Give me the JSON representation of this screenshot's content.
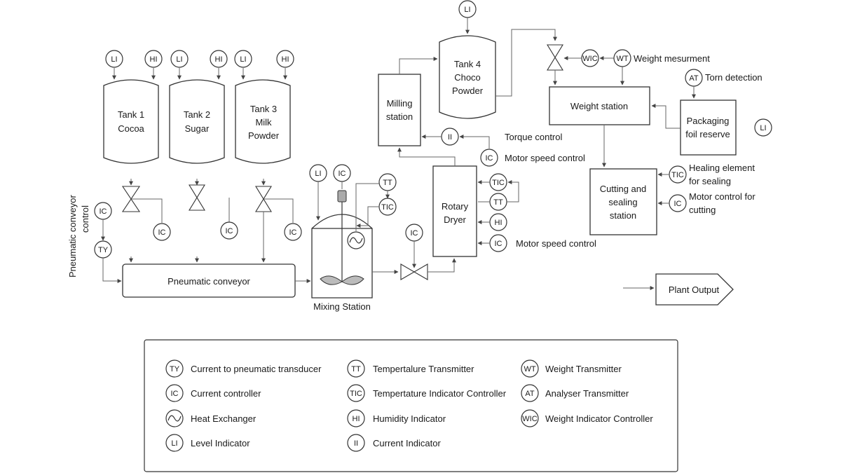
{
  "instruments": {
    "li": "LI",
    "hi": "HI",
    "ic": "IC",
    "ty": "TY",
    "tt": "TT",
    "tic": "TIC",
    "ii": "II",
    "wt": "WT",
    "wic": "WIC",
    "at": "AT"
  },
  "equipment": {
    "tank1": [
      "Tank 1",
      "Cocoa"
    ],
    "tank2": [
      "Tank 2",
      "Sugar"
    ],
    "tank3": [
      "Tank 3",
      "Milk",
      "Powder"
    ],
    "tank4": [
      "Tank 4",
      "Choco",
      "Powder"
    ],
    "milling": [
      "Milling",
      "station"
    ],
    "rotary_dryer": [
      "Rotary",
      "Dryer"
    ],
    "weight_station": "Weight station",
    "packaging": [
      "Packaging",
      "foil reserve"
    ],
    "cutting": [
      "Cutting and",
      "sealing",
      "station"
    ],
    "pneumatic_conveyor": "Pneumatic conveyor",
    "mixing_station": "Mixing Station",
    "plant_output": "Plant Output"
  },
  "annotations": {
    "conveyor_control": [
      "Pneumatic conveyor",
      "control"
    ],
    "weight_measurement": "Weight mesurment",
    "torn_detection": "Torn detection",
    "torque_control": "Torque control",
    "motor_speed_1": "Motor speed control",
    "motor_speed_2": "Motor speed control",
    "heating": [
      "Healing element",
      "for sealing"
    ],
    "motor_cutting": [
      "Motor control for",
      "cutting"
    ]
  },
  "legend": [
    {
      "symbol": "TY",
      "label": "Current to pneumatic transducer"
    },
    {
      "symbol": "IC",
      "label": "Current controller"
    },
    {
      "symbol": "~",
      "label": "Heat Exchanger"
    },
    {
      "symbol": "LI",
      "label": "Level Indicator"
    },
    {
      "symbol": "TT",
      "label": "Tempertalure Transmitter"
    },
    {
      "symbol": "TIC",
      "label": "Tempertature Indicator Controller"
    },
    {
      "symbol": "HI",
      "label": "Humidity Indicator"
    },
    {
      "symbol": "II",
      "label": "Current Indicator"
    },
    {
      "symbol": "WT",
      "label": "Weight Transmitter"
    },
    {
      "symbol": "AT",
      "label": "Analyser Transmitter"
    },
    {
      "symbol": "WIC",
      "label": "Weight Indicator Controller"
    }
  ]
}
